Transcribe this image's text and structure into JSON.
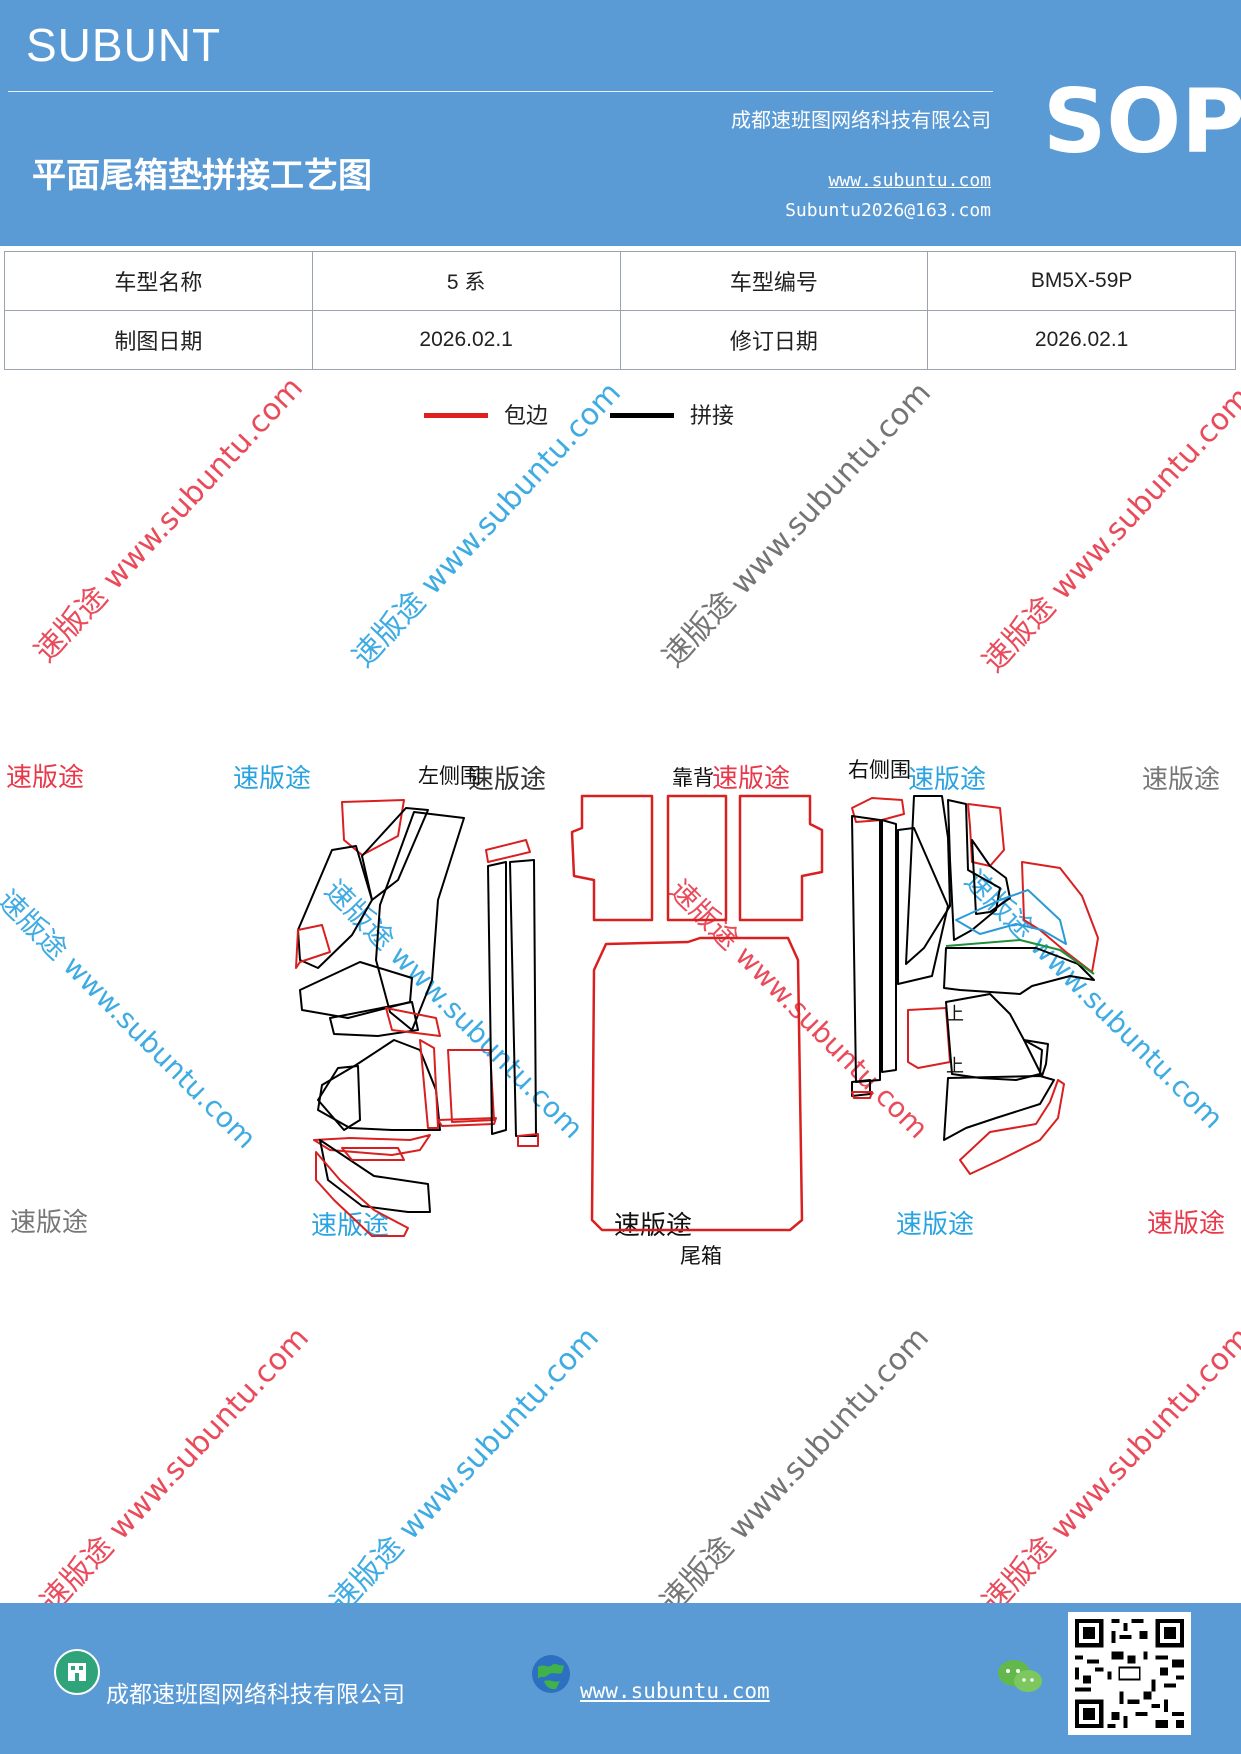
{
  "header": {
    "brand": "SUBUNT",
    "title": "平面尾箱垫拼接工艺图",
    "company": "成都速班图网络科技有限公司",
    "website": "www.subuntu.com",
    "email": "Subuntu2026@163.com",
    "badge": "SOP"
  },
  "info": {
    "model_name_label": "车型名称",
    "model_name": "5 系",
    "model_code_label": "车型编号",
    "model_code": "BM5X-59P",
    "draw_date_label": "制图日期",
    "draw_date": "2026.02.1",
    "revise_date_label": "修订日期",
    "revise_date": "2026.02.1"
  },
  "legend": {
    "edge_label": "包边",
    "edge_color": "#e02020",
    "seam_label": "拼接",
    "seam_color": "#000000"
  },
  "parts": {
    "left_side": "左侧围",
    "back": "靠背",
    "right_side": "右侧围",
    "trunk": "尾箱",
    "mark_a": "上",
    "mark_b": "上"
  },
  "watermark": {
    "brand": "速版途",
    "site": "速版途 www.subuntu.com",
    "colors": [
      "#e8384a",
      "#2aa3e0",
      "#777777"
    ]
  },
  "footer": {
    "company": "成都速班图网络科技有限公司",
    "website": "www.subuntu.com",
    "building_icon": "building-icon",
    "globe_icon": "globe-icon",
    "wechat_icon": "wechat-icon"
  }
}
